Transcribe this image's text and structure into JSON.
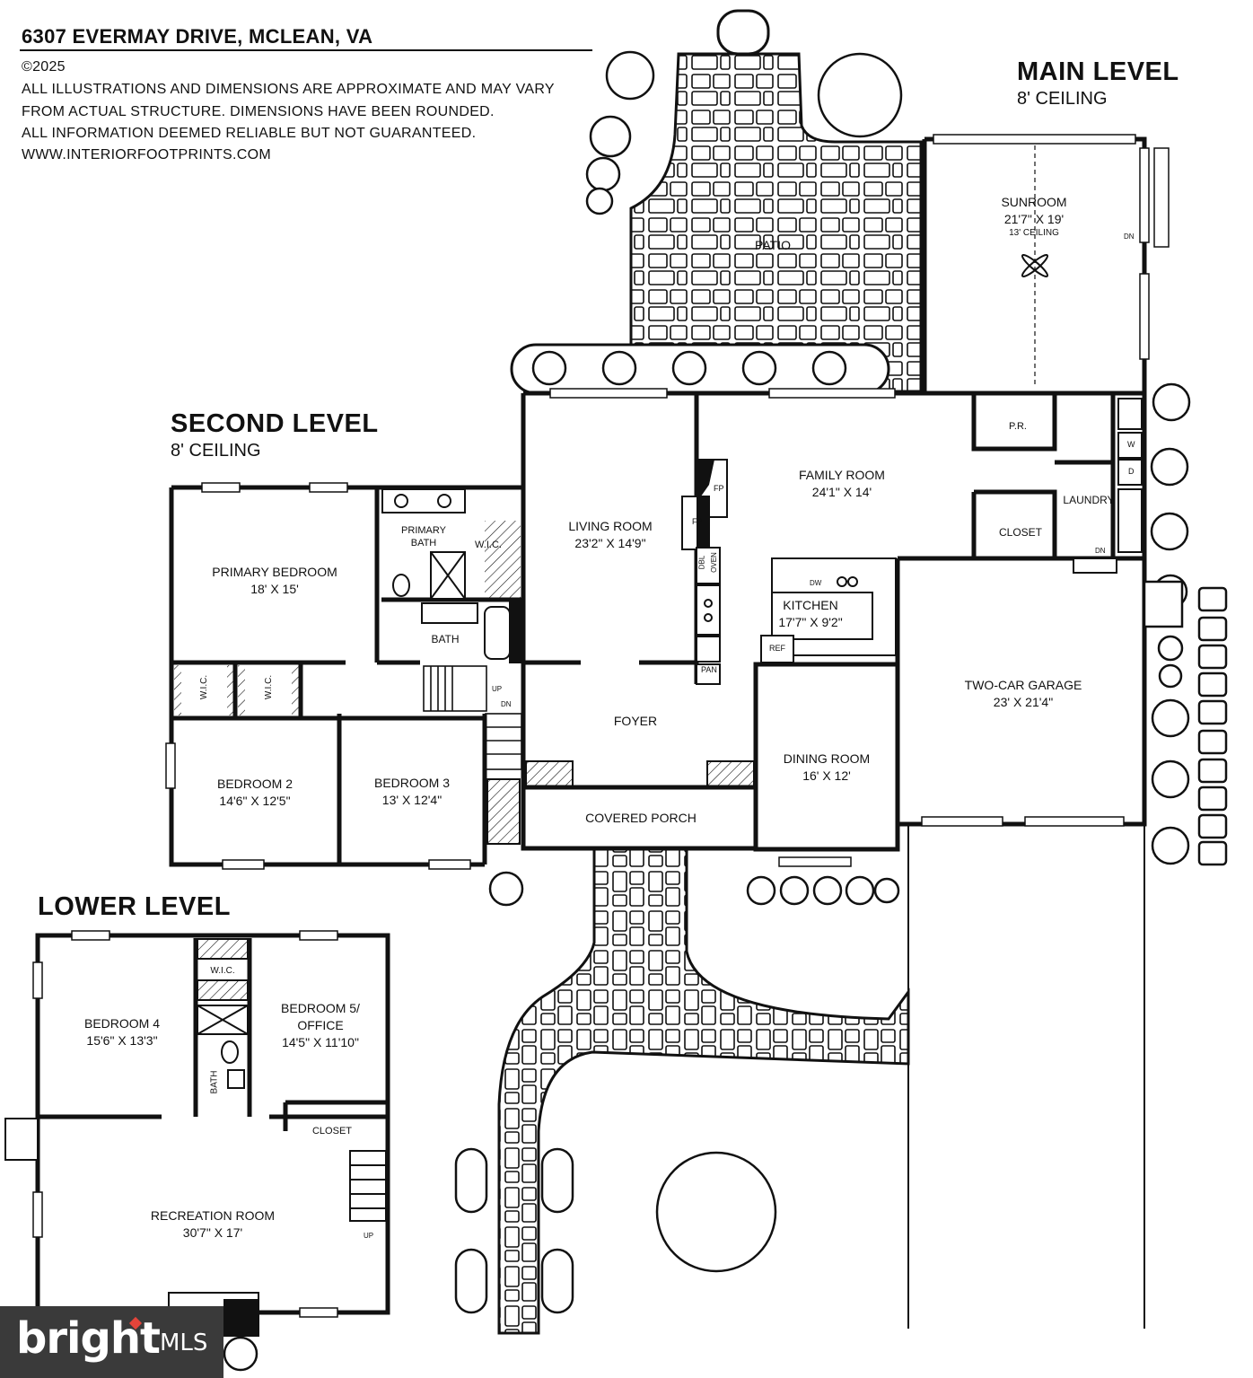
{
  "header": {
    "address": "6307 EVERMAY DRIVE, MCLEAN, VA",
    "copyright": "©2025",
    "disclaimer_1": "ALL ILLUSTRATIONS AND DIMENSIONS ARE APPROXIMATE AND MAY VARY",
    "disclaimer_2": "FROM ACTUAL STRUCTURE. DIMENSIONS HAVE BEEN ROUNDED.",
    "disclaimer_3": "ALL INFORMATION DEEMED RELIABLE BUT NOT GUARANTEED.",
    "website": "WWW.INTERIORFOOTPRINTS.COM"
  },
  "levels": {
    "main": {
      "name": "MAIN LEVEL",
      "ceiling": "8' CEILING"
    },
    "second": {
      "name": "SECOND LEVEL",
      "ceiling": "8' CEILING"
    },
    "lower": {
      "name": "LOWER LEVEL"
    }
  },
  "rooms": {
    "sunroom": {
      "name": "SUNROOM",
      "dim": "21'7\" X 19'",
      "note": "13' CEILING"
    },
    "patio": {
      "name": "PATIO"
    },
    "family": {
      "name": "FAMILY ROOM",
      "dim": "24'1\" X 14'"
    },
    "living": {
      "name": "LIVING ROOM",
      "dim": "23'2\" X 14'9\""
    },
    "kitchen": {
      "name": "KITCHEN",
      "dim": "17'7\" X 9'2\""
    },
    "garage": {
      "name": "TWO-CAR GARAGE",
      "dim": "23' X 21'4\""
    },
    "foyer": {
      "name": "FOYER"
    },
    "dining": {
      "name": "DINING ROOM",
      "dim": "16' X 12'"
    },
    "porch": {
      "name": "COVERED PORCH"
    },
    "laundry": {
      "name": "LAUNDRY"
    },
    "closet_main": {
      "name": "CLOSET"
    },
    "powder": {
      "name": "P.R."
    },
    "primary_bed": {
      "name": "PRIMARY BEDROOM",
      "dim": "18' X 15'"
    },
    "primary_bath": {
      "name": "PRIMARY",
      "name2": "BATH"
    },
    "wic_primary": {
      "name": "W.I.C."
    },
    "bath_second": {
      "name": "BATH"
    },
    "bed2": {
      "name": "BEDROOM 2",
      "dim": "14'6\" X 12'5\""
    },
    "bed3": {
      "name": "BEDROOM 3",
      "dim": "13' X 12'4\""
    },
    "wic_a": {
      "name": "W.I.C."
    },
    "wic_b": {
      "name": "W.I.C."
    },
    "bed4": {
      "name": "BEDROOM 4",
      "dim": "15'6\" X 13'3\""
    },
    "bed5": {
      "name": "BEDROOM 5/",
      "name2": "OFFICE",
      "dim": "14'5\" X 11'10\""
    },
    "wic_lower": {
      "name": "W.I.C."
    },
    "bath_lower": {
      "name": "BATH"
    },
    "closet_lower": {
      "name": "CLOSET"
    },
    "rec": {
      "name": "RECREATION ROOM",
      "dim": "30'7\" X 17'"
    }
  },
  "fixtures": {
    "fp": "FP",
    "dbl": "DBL",
    "oven": "OVEN",
    "pan": "PAN",
    "ref": "REF",
    "dw": "DW",
    "washer": "W",
    "dryer": "D",
    "up": "UP",
    "dn": "DN"
  },
  "watermark": {
    "brand": "bright",
    "suffix": "MLS",
    "accent": "#e4443a",
    "bg": "#3a3a3a"
  }
}
